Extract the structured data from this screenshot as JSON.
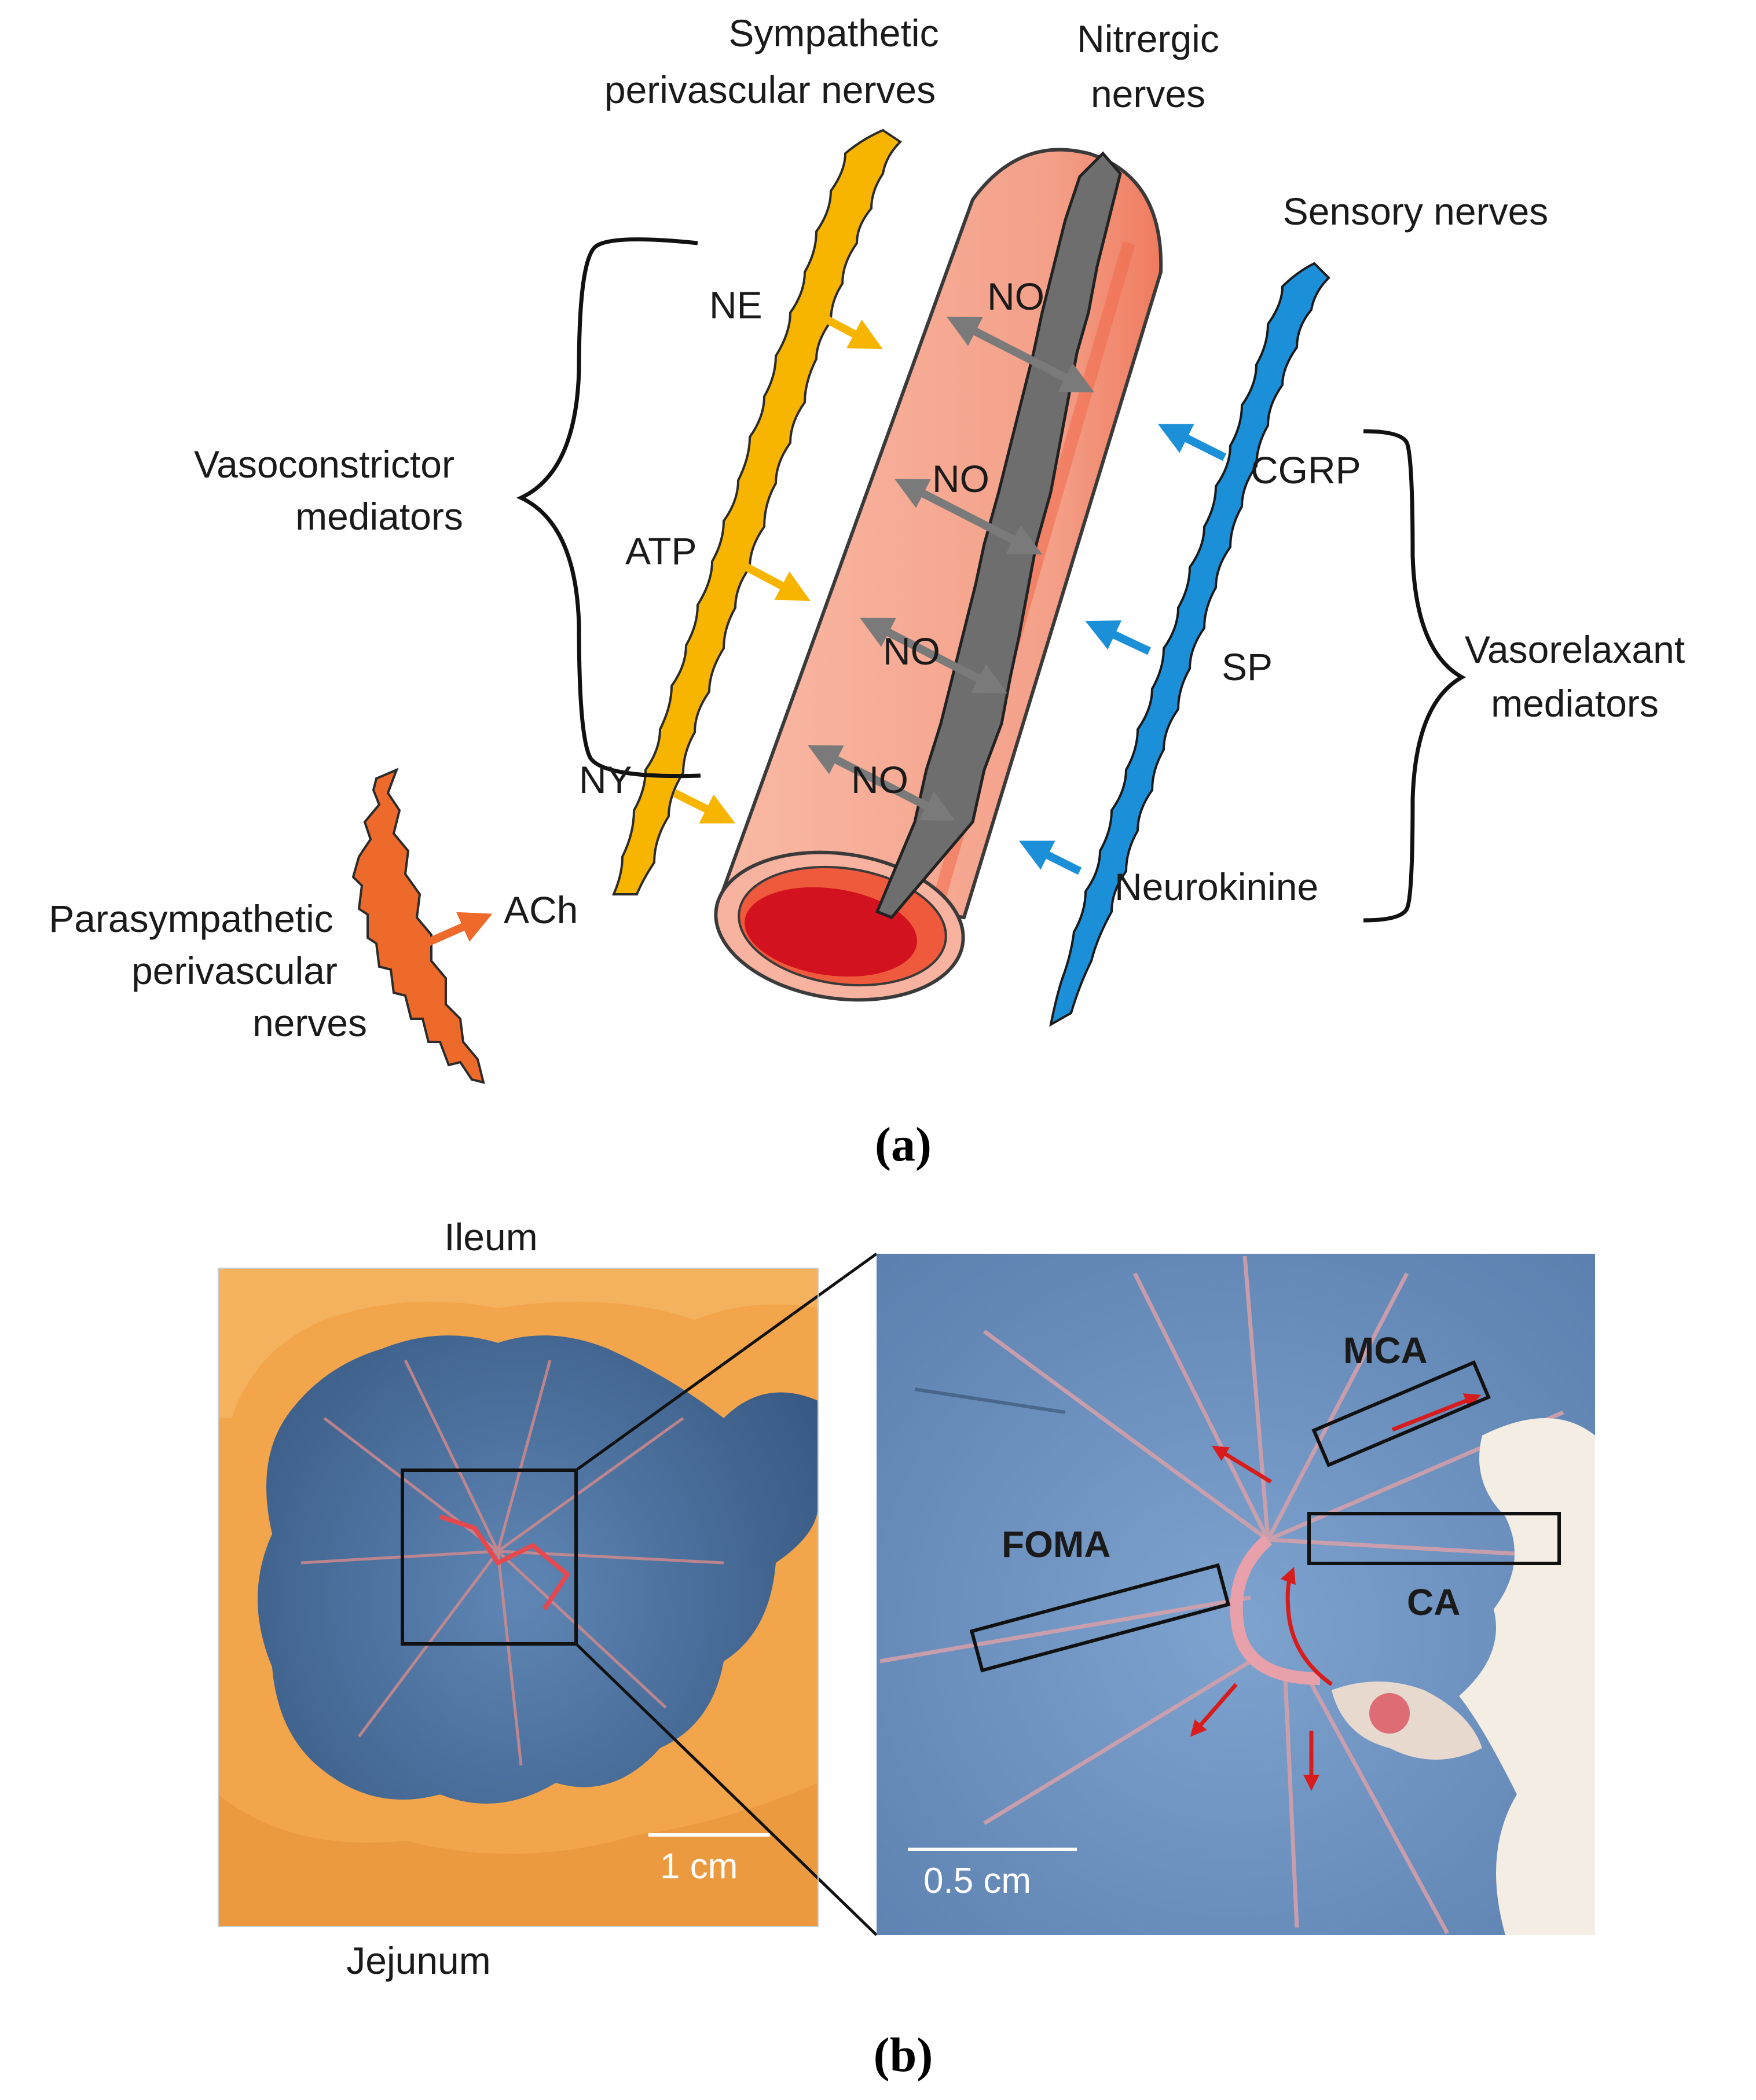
{
  "panel_a": {
    "label": "(a)",
    "sympathetic": [
      "Sympathetic",
      "perivascular nerves"
    ],
    "nitrergic": [
      "Nitrergic",
      "nerves"
    ],
    "sensory": "Sensory nerves",
    "vasoconstrictor": [
      "Vasoconstrictor",
      "mediators"
    ],
    "vasorelaxant": [
      "Vasorelaxant",
      "mediators"
    ],
    "parasympathetic": [
      "Parasympathetic",
      "perivascular",
      "nerves"
    ],
    "mediators": {
      "ne": "NE",
      "atp": "ATP",
      "ny": "NY",
      "ach": "ACh",
      "no": "NO",
      "cgrp": "CGRP",
      "sp": "SP",
      "neurokinine": "Neurokinine"
    },
    "colors": {
      "sympathetic": "#F7B500",
      "nitrergic": "#6e6e6e",
      "sensory": "#1C8FD9",
      "parasympathetic": "#EE6A2A",
      "vessel": "#F5A68F",
      "lumen": "#D2121E"
    }
  },
  "panel_b": {
    "label": "(b)",
    "ileum": "Ileum",
    "jejunum": "Jejunum",
    "scale_left": "1 cm",
    "scale_right": "0.5 cm",
    "mca": "MCA",
    "ca": "CA",
    "foma": "FOMA"
  }
}
